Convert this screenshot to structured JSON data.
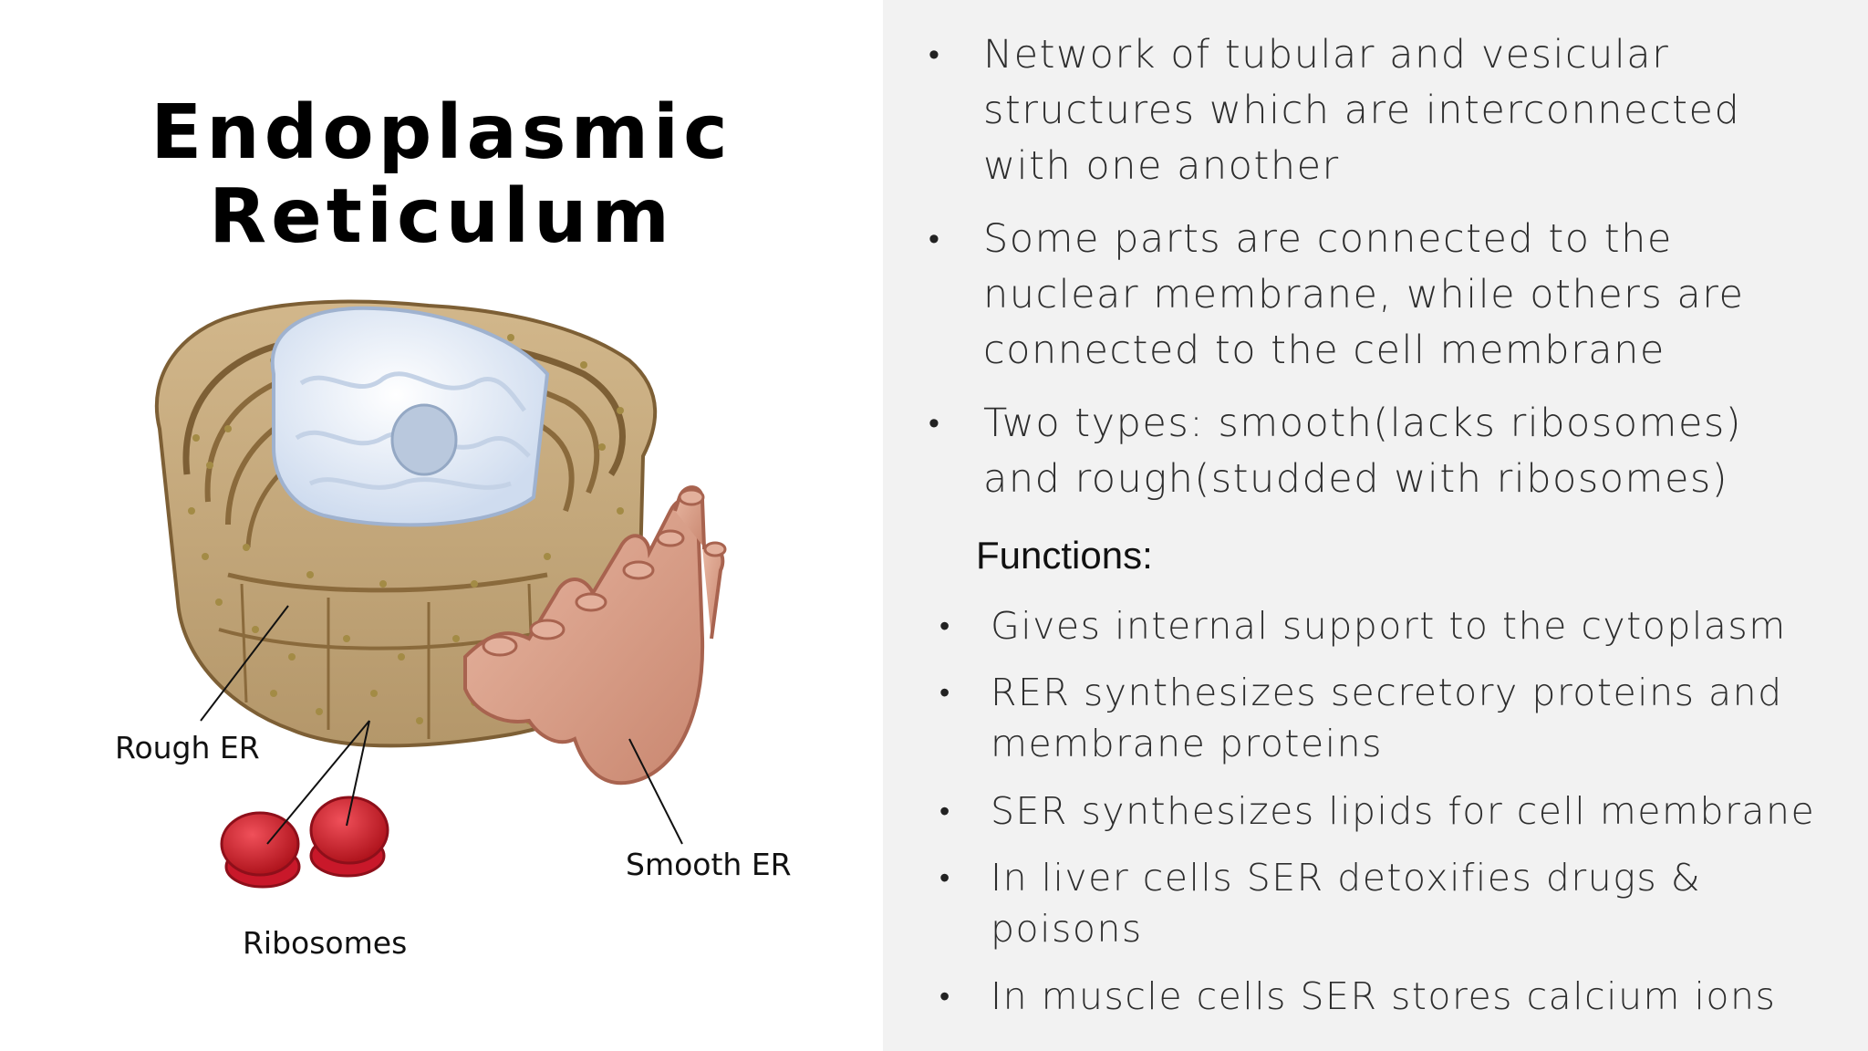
{
  "title": {
    "line1": "Endoplasmic",
    "line2": "Reticulum"
  },
  "illustration": {
    "labels": {
      "rough_er": "Rough ER",
      "ribosomes": "Ribosomes",
      "smooth_er": "Smooth ER"
    },
    "colors": {
      "rough_er": "#c3a77b",
      "rough_er_dark": "#8a6a3c",
      "nucleus": "#e7eef9",
      "nucleolus": "#b9c8dd",
      "ribosome_dots": "#a38b45",
      "smooth_er": "#d9a28d",
      "smooth_er_dark": "#b5705c",
      "ribosome": "#d8222c"
    }
  },
  "properties": [
    "Network of tubular and vesicular structures which are interconnected with one another",
    "Some parts are connected to the nuclear membrane, while others are connected to the cell membrane",
    "Two types: smooth(lacks ribosomes) and rough(studded with ribosomes)"
  ],
  "functions_heading": "Functions:",
  "functions": [
    "Gives internal support to the cytoplasm",
    "RER synthesizes secretory proteins and membrane proteins",
    "SER synthesizes lipids for cell membrane",
    "In liver cells SER detoxifies drugs & poisons",
    "In muscle cells SER stores calcium ions"
  ],
  "colors": {
    "right_panel_bg": "#f2f2f2",
    "left_panel_bg": "#ffffff",
    "text": "#2d2d2d"
  }
}
